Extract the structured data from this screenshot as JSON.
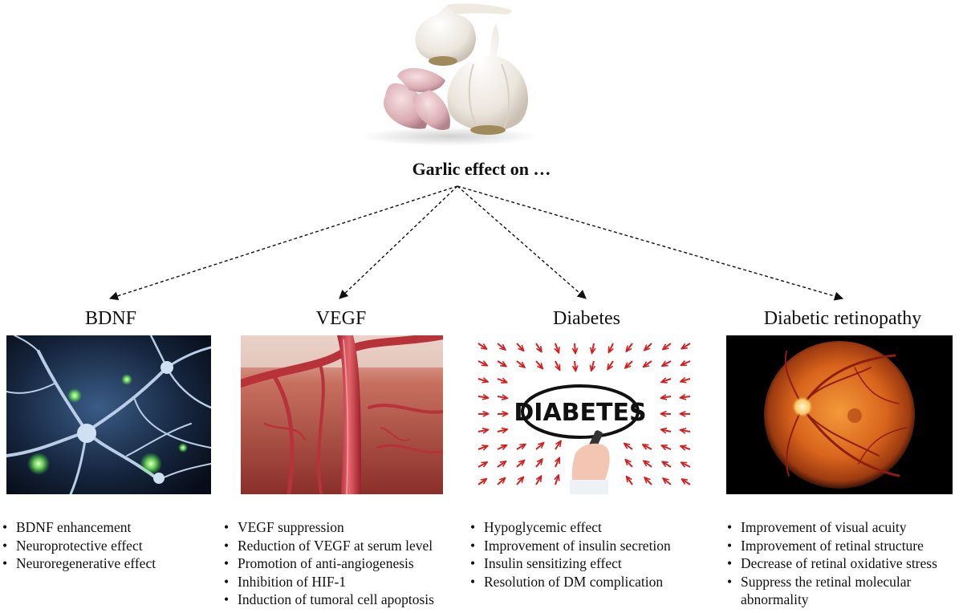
{
  "center": {
    "title": "Garlic effect on …"
  },
  "columns": [
    {
      "title": "BDNF",
      "icon": "neuron-network-image",
      "bullets": [
        "BDNF enhancement",
        "Neuroprotective effect",
        "Neuroregenerative effect"
      ]
    },
    {
      "title": "VEGF",
      "icon": "blood-vessels-image",
      "bullets": [
        "VEGF suppression",
        "Reduction of VEGF at serum level",
        "Promotion of anti-angiogenesis",
        "Inhibition of HIF-1",
        "Induction of tumoral cell apoptosis"
      ]
    },
    {
      "title": "Diabetes",
      "icon": "diabetes-word-image",
      "image_text": "DIABETES",
      "bullets": [
        "Hypoglycemic effect",
        "Improvement of insulin secretion",
        "Insulin sensitizing effect",
        "Resolution of DM complication"
      ]
    },
    {
      "title": "Diabetic retinopathy",
      "icon": "retina-fundus-image",
      "bullets": [
        "Improvement of visual acuity",
        "Improvement of retinal structure",
        "Decrease of retinal oxidative stress",
        "Suppress the retinal molecular abnormality"
      ]
    }
  ],
  "colors": {
    "arrow": "#111111",
    "red_arrows": "#d31f1f",
    "retina": "#d9641c",
    "vessel": "#b8323a"
  }
}
